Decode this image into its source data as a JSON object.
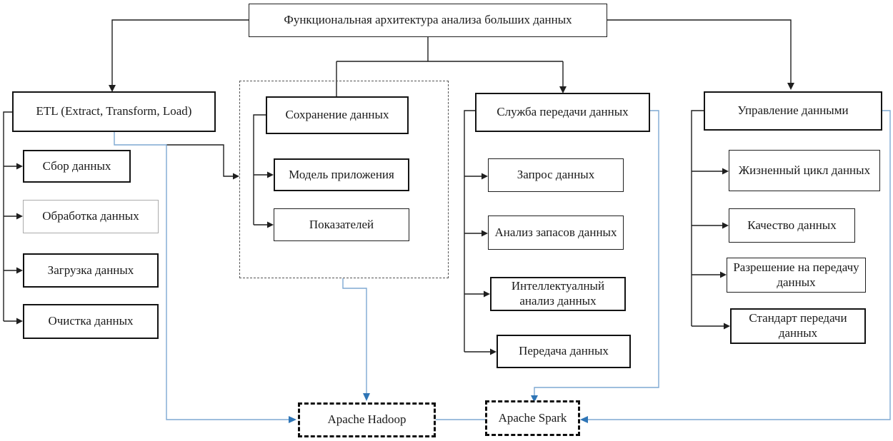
{
  "title": "Функциональная архитектура анализа больших данных",
  "etl": {
    "header": "ETL (Extract, Transform, Load)",
    "items": [
      "Сбор данных",
      "Обработка данных",
      "Загрузка данных",
      "Очистка данных"
    ]
  },
  "storage": {
    "items": [
      "Сохранение данных",
      "Модель приложения",
      "Показателей"
    ]
  },
  "transfer": {
    "header": "Служба передачи данных",
    "items": [
      "Запрос данных",
      "Анализ запасов данных",
      "Интеллектуалный анализ данных",
      "Передача данных"
    ]
  },
  "management": {
    "header": "Управление данными",
    "items": [
      "Жизненный цикл данных",
      "Качество данных",
      "Разрешение на передачу данных",
      "Стандарт передачи данных"
    ]
  },
  "platforms": {
    "hadoop": "Apache Hadoop",
    "spark": "Apache Spark"
  },
  "colors": {
    "black_line": "#1f1f1f",
    "blue_line": "#7ea9d2",
    "blue_arrow": "#2e75b6"
  }
}
